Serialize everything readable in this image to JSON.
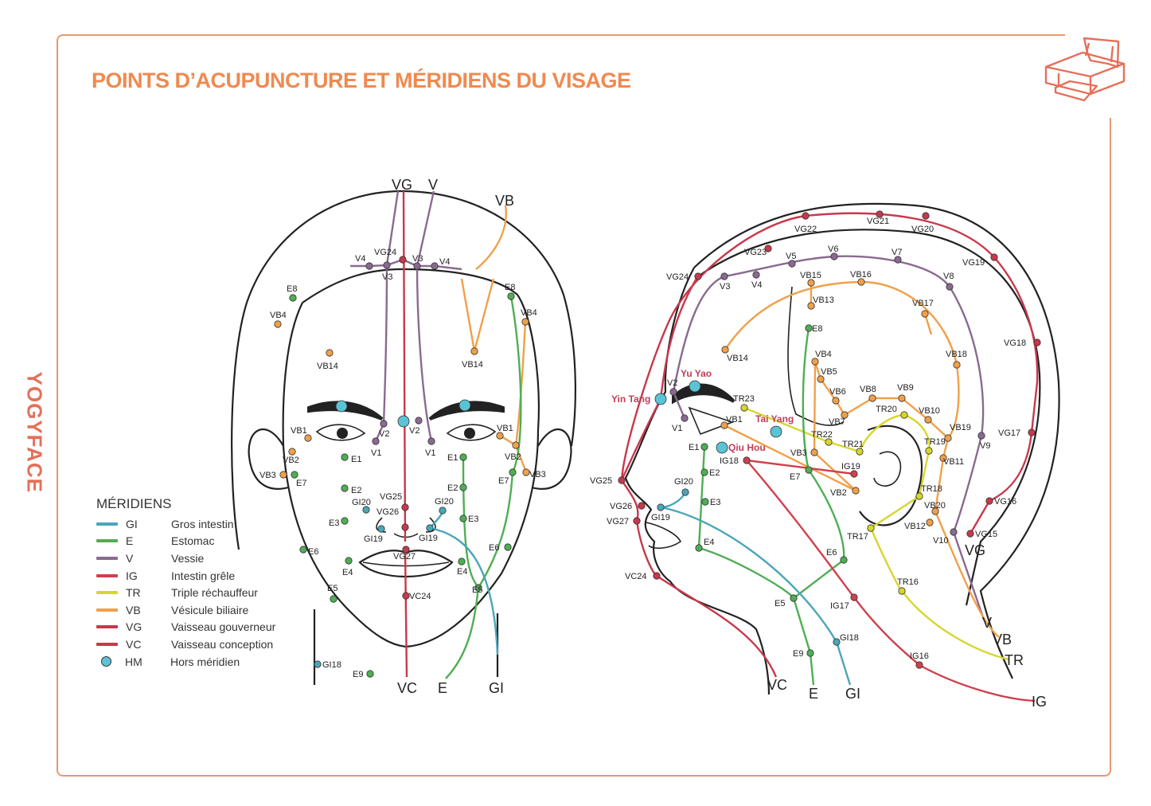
{
  "title": "POINTS D’ACUPUNCTURE ET MÉRIDIENS DU VISAGE",
  "brand": "YOGYFACE",
  "icons": {
    "print": "printer-icon"
  },
  "colors": {
    "GI": "#4aa6b8",
    "E": "#4fae54",
    "V": "#8a6a90",
    "IG": "#d0404e",
    "TR": "#d6d62e",
    "VB": "#f0a04a",
    "VG": "#c8384c",
    "VC": "#c8384c",
    "HM": "#5bc3d6",
    "accent": "#ef8a50"
  },
  "legend": {
    "title": "MÉRIDIENS",
    "items": [
      {
        "code": "GI",
        "name": "Gros intestin"
      },
      {
        "code": "E",
        "name": "Estomac"
      },
      {
        "code": "V",
        "name": "Vessie"
      },
      {
        "code": "IG",
        "name": "Intestin grêle"
      },
      {
        "code": "TR",
        "name": "Triple réchauffeur"
      },
      {
        "code": "VB",
        "name": "Vésicule biliaire"
      },
      {
        "code": "VG",
        "name": "Vaisseau gouverneur"
      },
      {
        "code": "VC",
        "name": "Vaisseau conception"
      },
      {
        "code": "HM",
        "name": "Hors méridien"
      }
    ]
  },
  "front": {
    "end_labels": [
      "VG",
      "V",
      "VB",
      "VC",
      "E",
      "GI"
    ],
    "points": [
      {
        "label": "E8",
        "m": "E"
      },
      {
        "label": "VB4",
        "m": "VB"
      },
      {
        "label": "VB14",
        "m": "VB"
      },
      {
        "label": "V4",
        "m": "V"
      },
      {
        "label": "V3",
        "m": "V"
      },
      {
        "label": "VG24",
        "m": "VG"
      },
      {
        "label": "V3",
        "m": "V"
      },
      {
        "label": "V4",
        "m": "V"
      },
      {
        "label": "E8",
        "m": "E"
      },
      {
        "label": "VB4",
        "m": "VB"
      },
      {
        "label": "VB14",
        "m": "VB"
      },
      {
        "label": "V2",
        "m": "V"
      },
      {
        "label": "V2",
        "m": "V"
      },
      {
        "label": "V1",
        "m": "V"
      },
      {
        "label": "V1",
        "m": "V"
      },
      {
        "label": "VB1",
        "m": "VB"
      },
      {
        "label": "VB1",
        "m": "VB"
      },
      {
        "label": "VB2",
        "m": "VB"
      },
      {
        "label": "VB2",
        "m": "VB"
      },
      {
        "label": "E1",
        "m": "E"
      },
      {
        "label": "E1",
        "m": "E"
      },
      {
        "label": "VB3",
        "m": "VB"
      },
      {
        "label": "E7",
        "m": "E"
      },
      {
        "label": "VB3",
        "m": "VB"
      },
      {
        "label": "E7",
        "m": "E"
      },
      {
        "label": "E2",
        "m": "E"
      },
      {
        "label": "E2",
        "m": "E"
      },
      {
        "label": "GI20",
        "m": "GI"
      },
      {
        "label": "VG25",
        "m": "VG"
      },
      {
        "label": "VG26",
        "m": "VG"
      },
      {
        "label": "GI20",
        "m": "GI"
      },
      {
        "label": "E3",
        "m": "E"
      },
      {
        "label": "E3",
        "m": "E"
      },
      {
        "label": "GI19",
        "m": "GI"
      },
      {
        "label": "GI19",
        "m": "GI"
      },
      {
        "label": "VG27",
        "m": "VG"
      },
      {
        "label": "E6",
        "m": "E"
      },
      {
        "label": "E6",
        "m": "E"
      },
      {
        "label": "E4",
        "m": "E"
      },
      {
        "label": "E4",
        "m": "E"
      },
      {
        "label": "VC24",
        "m": "VC"
      },
      {
        "label": "E5",
        "m": "E"
      },
      {
        "label": "E5",
        "m": "E"
      },
      {
        "label": "GI18",
        "m": "GI"
      },
      {
        "label": "E9",
        "m": "E"
      }
    ],
    "hm_count": 3
  },
  "side": {
    "end_labels": [
      "V",
      "VB",
      "TR",
      "IG",
      "VG",
      "VC",
      "E",
      "GI"
    ],
    "hm_points": [
      {
        "label": "Yu Yao"
      },
      {
        "label": "Yin Tang"
      },
      {
        "label": "Tai Yang"
      },
      {
        "label": "Qiu Hou"
      }
    ],
    "points": [
      {
        "label": "VG22",
        "m": "VG"
      },
      {
        "label": "VG21",
        "m": "VG"
      },
      {
        "label": "VG20",
        "m": "VG"
      },
      {
        "label": "VG23",
        "m": "VG"
      },
      {
        "label": "V5",
        "m": "V"
      },
      {
        "label": "V6",
        "m": "V"
      },
      {
        "label": "V7",
        "m": "V"
      },
      {
        "label": "VG24",
        "m": "VG"
      },
      {
        "label": "V3",
        "m": "V"
      },
      {
        "label": "V4",
        "m": "V"
      },
      {
        "label": "VB15",
        "m": "VB"
      },
      {
        "label": "VB16",
        "m": "VB"
      },
      {
        "label": "V8",
        "m": "V"
      },
      {
        "label": "VG19",
        "m": "VG"
      },
      {
        "label": "VB13",
        "m": "VB"
      },
      {
        "label": "VB17",
        "m": "VB"
      },
      {
        "label": "E8",
        "m": "E"
      },
      {
        "label": "VB14",
        "m": "VB"
      },
      {
        "label": "VB18",
        "m": "VB"
      },
      {
        "label": "VG18",
        "m": "VG"
      },
      {
        "label": "VB4",
        "m": "VB"
      },
      {
        "label": "VB5",
        "m": "VB"
      },
      {
        "label": "VB6",
        "m": "VB"
      },
      {
        "label": "VB8",
        "m": "VB"
      },
      {
        "label": "VB9",
        "m": "VB"
      },
      {
        "label": "VB7",
        "m": "VB"
      },
      {
        "label": "TR20",
        "m": "TR"
      },
      {
        "label": "VB10",
        "m": "VB"
      },
      {
        "label": "V2",
        "m": "V"
      },
      {
        "label": "TR23",
        "m": "TR"
      },
      {
        "label": "V1",
        "m": "V"
      },
      {
        "label": "VB1",
        "m": "VB"
      },
      {
        "label": "TR22",
        "m": "TR"
      },
      {
        "label": "TR21",
        "m": "TR"
      },
      {
        "label": "VB19",
        "m": "VB"
      },
      {
        "label": "VG17",
        "m": "VG"
      },
      {
        "label": "V9",
        "m": "V"
      },
      {
        "label": "TR19",
        "m": "TR"
      },
      {
        "label": "VB11",
        "m": "VB"
      },
      {
        "label": "E1",
        "m": "E"
      },
      {
        "label": "IG18",
        "m": "IG"
      },
      {
        "label": "VB3",
        "m": "VB"
      },
      {
        "label": "IG19",
        "m": "IG"
      },
      {
        "label": "E7",
        "m": "E"
      },
      {
        "label": "E2",
        "m": "E"
      },
      {
        "label": "VB2",
        "m": "VB"
      },
      {
        "label": "TR18",
        "m": "TR"
      },
      {
        "label": "VG25",
        "m": "VG"
      },
      {
        "label": "GI20",
        "m": "GI"
      },
      {
        "label": "E3",
        "m": "E"
      },
      {
        "label": "VG16",
        "m": "VG"
      },
      {
        "label": "VG26",
        "m": "VG"
      },
      {
        "label": "GI19",
        "m": "GI"
      },
      {
        "label": "VB20",
        "m": "VB"
      },
      {
        "label": "VB12",
        "m": "VB"
      },
      {
        "label": "VG27",
        "m": "VG"
      },
      {
        "label": "VG15",
        "m": "VG"
      },
      {
        "label": "V10",
        "m": "V"
      },
      {
        "label": "E4",
        "m": "E"
      },
      {
        "label": "TR17",
        "m": "TR"
      },
      {
        "label": "E6",
        "m": "E"
      },
      {
        "label": "VC24",
        "m": "VC"
      },
      {
        "label": "TR16",
        "m": "TR"
      },
      {
        "label": "E5",
        "m": "E"
      },
      {
        "label": "IG17",
        "m": "IG"
      },
      {
        "label": "GI18",
        "m": "GI"
      },
      {
        "label": "E9",
        "m": "E"
      },
      {
        "label": "IG16",
        "m": "IG"
      }
    ]
  }
}
